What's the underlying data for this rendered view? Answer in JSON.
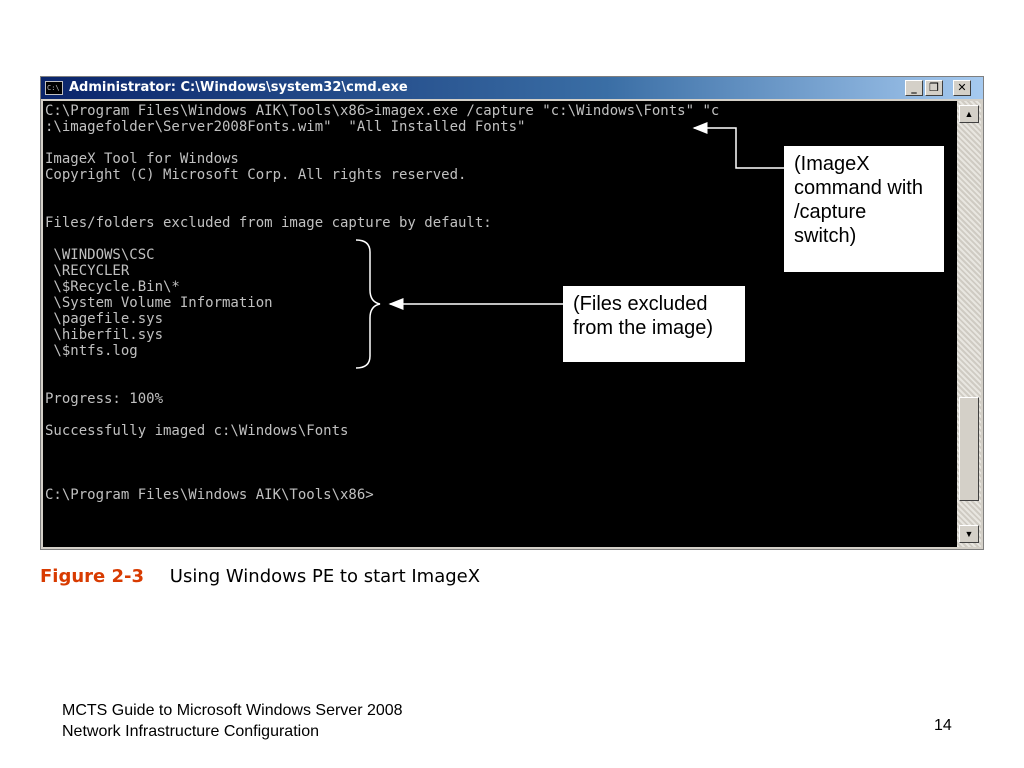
{
  "window": {
    "title": "Administrator: C:\\Windows\\system32\\cmd.exe",
    "icon_label": "C:\\",
    "min_glyph": "_",
    "max_glyph": "❐",
    "close_glyph": "✕"
  },
  "console": {
    "lines": [
      "C:\\Program Files\\Windows AIK\\Tools\\x86>imagex.exe /capture \"c:\\Windows\\Fonts\" \"c",
      ":\\imagefolder\\Server2008Fonts.wim\"  \"All Installed Fonts\"",
      "",
      "ImageX Tool for Windows",
      "Copyright (C) Microsoft Corp. All rights reserved.",
      "",
      "Files/folders excluded from image capture by default:",
      "",
      " \\WINDOWS\\CSC",
      " \\RECYCLER",
      " \\$Recycle.Bin\\*",
      " \\System Volume Information",
      " \\pagefile.sys",
      " \\hiberfil.sys",
      " \\$ntfs.log",
      "",
      "Progress: 100%",
      "",
      "Successfully imaged c:\\Windows\\Fonts",
      "",
      "",
      "",
      "C:\\Program Files\\Windows AIK\\Tools\\x86>"
    ]
  },
  "callouts": {
    "imagex": "(ImageX command with /capture switch)",
    "excluded": "(Files excluded from the image)"
  },
  "scrollbar": {
    "up_glyph": "▲",
    "down_glyph": "▼"
  },
  "caption": {
    "figure": "Figure 2-3",
    "text": "Using Windows PE to start ImageX"
  },
  "footer": {
    "line1": "MCTS Guide to Microsoft Windows Server 2008",
    "line2": "Network Infrastructure Configuration",
    "page": "14"
  }
}
